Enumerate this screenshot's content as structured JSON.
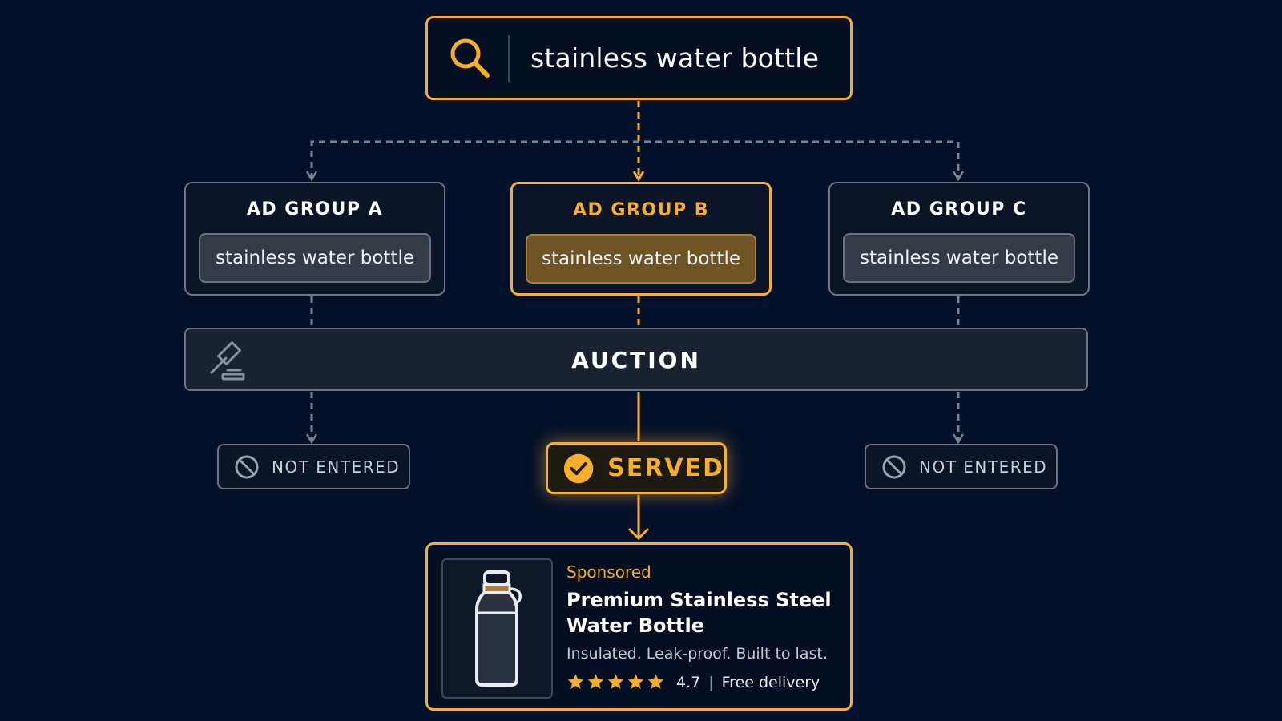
{
  "search": {
    "query": "stainless water bottle"
  },
  "ad_groups": [
    {
      "title": "AD GROUP A",
      "keyword": "stainless water bottle",
      "status": "NOT ENTERED"
    },
    {
      "title": "AD GROUP B",
      "keyword": "stainless water bottle",
      "status": "SERVED"
    },
    {
      "title": "AD GROUP C",
      "keyword": "stainless water bottle",
      "status": "NOT ENTERED"
    }
  ],
  "auction": {
    "label": "AUCTION"
  },
  "ad": {
    "sponsored": "Sponsored",
    "title": "Premium Stainless Steel Water Bottle",
    "description": "Insulated. Leak-proof. Built to last.",
    "rating": "4.7",
    "stars": 5,
    "separator": "|",
    "delivery": "Free delivery"
  },
  "icons": {
    "search": "search-icon",
    "gavel": "gavel-icon",
    "not_entered": "prohibited-icon",
    "served": "check-circle-icon",
    "star": "star-icon",
    "product": "water-bottle-icon"
  },
  "colors": {
    "background": "#031029",
    "accent": "#f5ae2e",
    "border_muted": "#6c7483",
    "keyword_chip": "#343b47",
    "keyword_chip_active": "#6e5425"
  }
}
